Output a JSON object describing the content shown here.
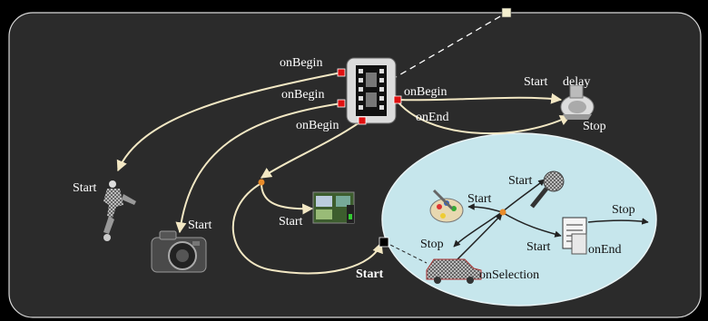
{
  "diagram": {
    "colors": {
      "background": "#000000",
      "panel": "#2b2b2b",
      "panel_border": "#d8d8d8",
      "arrow": "#f3e8c4",
      "label": "#ffffff",
      "ellipse_fill": "#c6e6ec",
      "ellipse_label": "#111111",
      "ellipse_arrow": "#222222",
      "port": "#e01010",
      "dashed": "#ffffff"
    },
    "nodes": {
      "film": {
        "icon": "film-reel-icon"
      },
      "speaker": {
        "icon": "speaker-icon",
        "start_label": "Start",
        "delay_label": "delay",
        "stop_label": "Stop"
      },
      "soccer": {
        "icon": "soccer-player-icon",
        "start_label": "Start"
      },
      "camera": {
        "icon": "camera-icon",
        "start_label": "Start"
      },
      "thumbnail": {
        "icon": "video-thumbnail-icon",
        "start_label": "Start"
      },
      "group": {
        "start_label": "Start"
      },
      "palette": {
        "icon": "paint-palette-icon",
        "start_label": "Start",
        "stop_label": "Stop"
      },
      "magnifier": {
        "icon": "magnifier-icon",
        "start_label": "Start"
      },
      "document": {
        "icon": "document-icon",
        "start_label": "Start",
        "stop_label": "Stop",
        "onend_label": "onEnd"
      },
      "car": {
        "icon": "car-icon",
        "onselection_label": "onSelection"
      }
    },
    "edges": {
      "film_onbegin_1": "onBegin",
      "film_onbegin_2": "onBegin",
      "film_onbegin_3": "onBegin",
      "film_onbegin_right": "onBegin",
      "film_onend": "onEnd"
    }
  }
}
